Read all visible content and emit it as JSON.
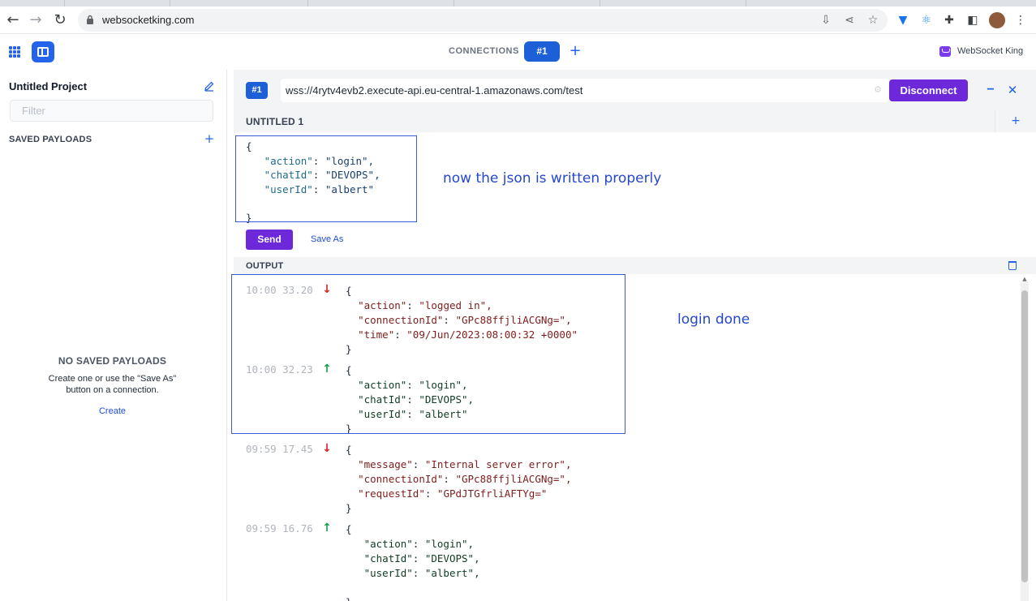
{
  "browser": {
    "url": "websocketking.com"
  },
  "header": {
    "connections_label": "CONNECTIONS",
    "active_connection": "#1",
    "add_label": "+",
    "brand": "WebSocket King"
  },
  "sidebar": {
    "project_title": "Untitled Project",
    "filter_placeholder": "Filter",
    "saved_payloads_label": "SAVED PAYLOADS",
    "add_label": "+",
    "empty_title": "NO SAVED PAYLOADS",
    "empty_description": "Create one or use the \"Save As\" button on a connection.",
    "create_link": "Create"
  },
  "connection": {
    "badge": "#1",
    "url": "wss://4rytv4evb2.execute-api.eu-central-1.amazonaws.com/test",
    "disconnect_label": "Disconnect",
    "minimize_label": "−",
    "close_label": "✕"
  },
  "payload": {
    "tab_label": "UNTITLED 1",
    "tab_add": "+",
    "open_brace": "{",
    "close_brace": "}",
    "fields": [
      {
        "key": "\"action\"",
        "value": "\"login\","
      },
      {
        "key": "\"chatId\"",
        "value": "\"DEVOPS\","
      },
      {
        "key": "\"userId\"",
        "value": "\"albert\""
      }
    ],
    "send_label": "Send",
    "save_as_label": "Save As"
  },
  "output": {
    "label": "OUTPUT",
    "messages": [
      {
        "time": "10:00 33.20",
        "direction": "in",
        "arrow": "↓",
        "fields": [
          {
            "key": "\"action\"",
            "value": "\"logged in\","
          },
          {
            "key": "\"connectionId\"",
            "value": "\"GPc88ffjliACGNg=\","
          },
          {
            "key": "\"time\"",
            "value": "\"09/Jun/2023:08:00:32 +0000\""
          }
        ]
      },
      {
        "time": "10:00 32.23",
        "direction": "out",
        "arrow": "↑",
        "fields": [
          {
            "key": "\"action\"",
            "value": "\"login\","
          },
          {
            "key": "\"chatId\"",
            "value": "\"DEVOPS\","
          },
          {
            "key": "\"userId\"",
            "value": "\"albert\""
          }
        ]
      },
      {
        "time": "09:59 17.45",
        "direction": "in",
        "arrow": "↓",
        "fields": [
          {
            "key": "\"message\"",
            "value": "\"Internal server error\","
          },
          {
            "key": "\"connectionId\"",
            "value": "\"GPc88ffjliACGNg=\","
          },
          {
            "key": "\"requestId\"",
            "value": "\"GPdJTGfrliAFTYg=\""
          }
        ]
      },
      {
        "time": "09:59 16.76",
        "direction": "out",
        "arrow": "↑",
        "fields": [
          {
            "key": "\"action\"",
            "value": "\"login\","
          },
          {
            "key": "\"chatId\"",
            "value": "\"DEVOPS\","
          },
          {
            "key": "\"userId\"",
            "value": "\"albert\","
          }
        ]
      }
    ]
  },
  "annotations": {
    "json_note": "now the json is written properly",
    "login_note": "login done"
  },
  "colors": {
    "accent": "#2563eb",
    "button": "#6d28d9",
    "annotation": "#2547d0"
  }
}
